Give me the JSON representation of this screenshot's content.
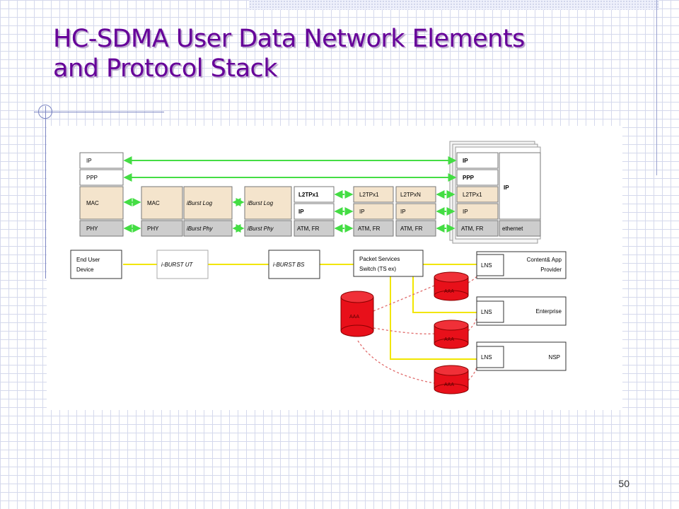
{
  "slide": {
    "title_line1": "HC-SDMA User Data Network Elements",
    "title_line2": "and Protocol Stack",
    "number": "50"
  },
  "colors": {
    "title": "#660099",
    "green_link": "#44dd44",
    "yellow_link": "#f2e600",
    "aaa_fill": "#e8101a",
    "aaa_link": "#e06a6a",
    "mac_fill": "#f4e4cc",
    "phy_fill": "#cdcdcd"
  },
  "stacks": {
    "end_user": {
      "ip": "IP",
      "ppp": "PPP",
      "mac": "MAC",
      "phy": "PHY"
    },
    "ut": {
      "mac": "MAC",
      "phy": "PHY",
      "log": "iBurst Log",
      "phy2": "iBurst Phy"
    },
    "bs": {
      "log": "iBurst Log",
      "phy": "iBurst Phy",
      "l2tp": "L2TPx1",
      "ip": "IP",
      "atm": "ATM, FR"
    },
    "ts": {
      "l2tp_a": "L2TPx1",
      "ip_a": "IP",
      "atm_a": "ATM, FR",
      "l2tp_b": "L2TPxN",
      "ip_b": "IP",
      "atm_b": "ATM, FR"
    },
    "lns": {
      "ip": "IP",
      "ppp": "PPP",
      "l2tp": "L2TPx1",
      "ip2": "IP",
      "atm": "ATM, FR",
      "ip_right": "IP",
      "ethernet": "ethernet"
    }
  },
  "nodes": {
    "end_user_line1": "End User",
    "end_user_line2": "Device",
    "ut": "i-BURST UT",
    "bs": "i-BURST BS",
    "ts_line1": "Packet Services",
    "ts_line2": "Switch (TS ex)",
    "lns1": "LNS",
    "lns2": "LNS",
    "lns3": "LNS",
    "provider1_line1": "Content& App",
    "provider1_line2": "Provider",
    "provider2": "Enterprise",
    "provider3": "NSP"
  },
  "aaa": {
    "a1": "AAA",
    "a2": "AAA",
    "a3": "AAA",
    "a4": "AAA"
  }
}
